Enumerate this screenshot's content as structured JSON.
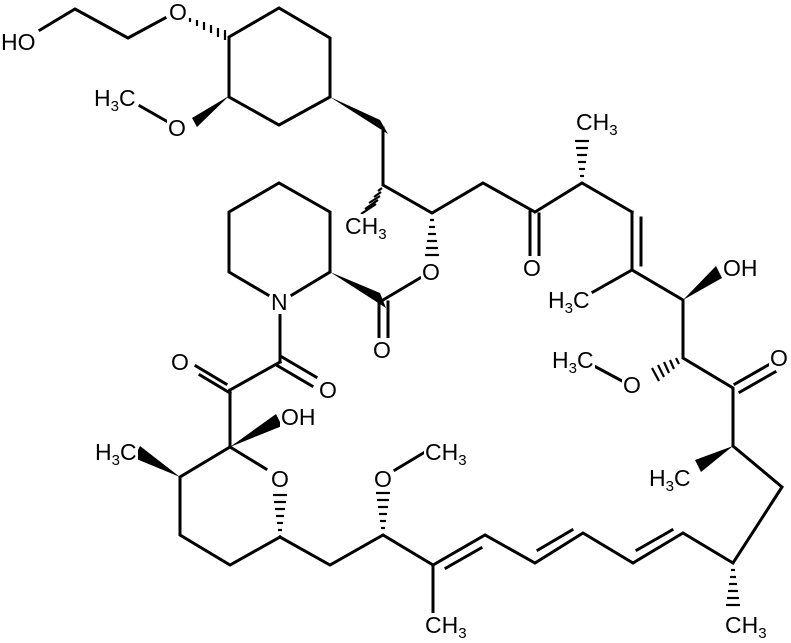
{
  "diagram": {
    "type": "chemical-structure",
    "compound_style": "skeletal formula, macrolide with pyranose and piperidine rings",
    "stroke_color": "#000000",
    "background": "#ffffff"
  },
  "labels": {
    "ho_top": "HO",
    "o_ether_top": "O",
    "h3c_methoxy_ring_h": "H",
    "h3c_methoxy_ring_sub": "3",
    "h3c_methoxy_ring_c": "C",
    "o_methoxy_ring": "O",
    "ch3_branch_c": "CH",
    "ch3_branch_sub": "3",
    "ch3_top_c": "CH",
    "ch3_top_sub": "3",
    "o_ketone_1": "O",
    "o_ester_ring": "O",
    "n_piperidine": "N",
    "o_ester_carbonyl": "O",
    "h3c_vinyl_h": "H",
    "h3c_vinyl_sub": "3",
    "h3c_vinyl_c": "C",
    "oh_right": "OH",
    "h3c_methoxy_right_h": "H",
    "h3c_methoxy_right_sub": "3",
    "h3c_methoxy_right_c": "C",
    "o_methoxy_right": "O",
    "o_ketone_right": "O",
    "o_diketo_left": "O",
    "o_diketo_right": "O",
    "oh_hemiketal": "OH",
    "h3c_pyran_h": "H",
    "h3c_pyran_sub": "3",
    "h3c_pyran_c": "C",
    "o_pyran": "O",
    "o_methoxy_bottom": "O",
    "ch3_methoxy_bottom_c": "CH",
    "ch3_methoxy_bottom_sub": "3",
    "h3c_right_lower_h": "H",
    "h3c_right_lower_sub": "3",
    "h3c_right_lower_c": "C",
    "ch3_bottom_mid_c": "CH",
    "ch3_bottom_mid_sub": "3",
    "ch3_bottom_right_c": "CH",
    "ch3_bottom_right_sub": "3"
  }
}
